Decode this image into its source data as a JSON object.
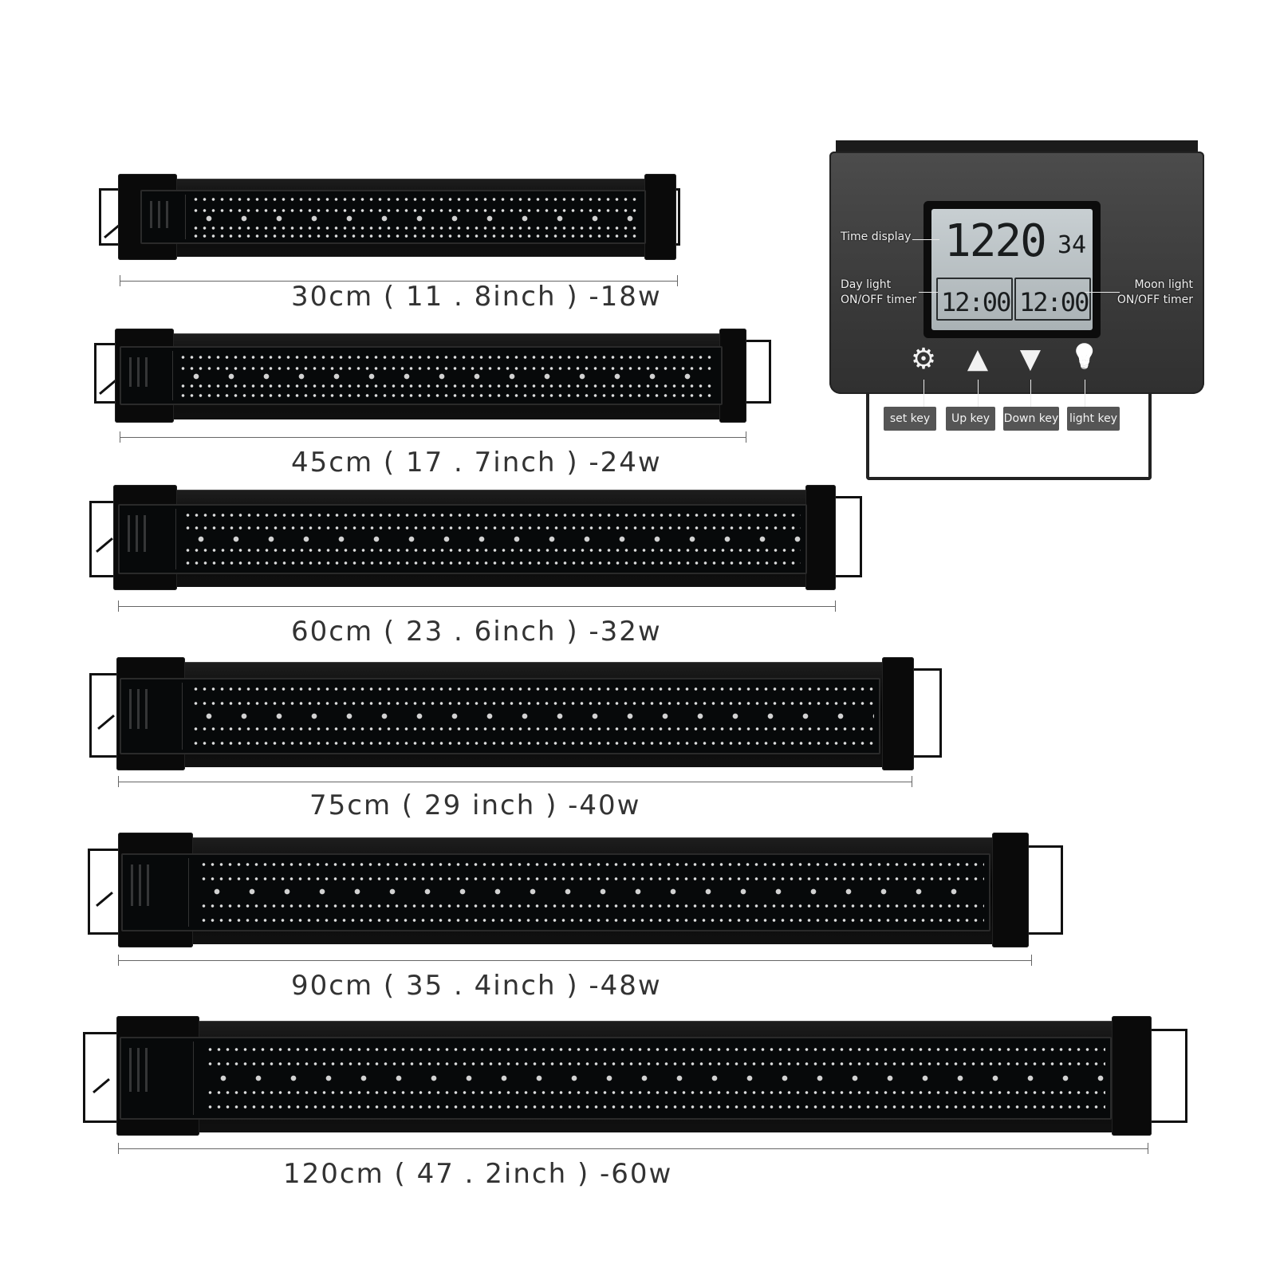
{
  "products": [
    {
      "size_label": "30cm ( 11 . 8inch ) -18w"
    },
    {
      "size_label": "45cm ( 17 . 7inch ) -24w"
    },
    {
      "size_label": "60cm ( 23 . 6inch ) -32w"
    },
    {
      "size_label": "75cm ( 29 inch ) -40w"
    },
    {
      "size_label": "90cm ( 35 . 4inch ) -48w"
    },
    {
      "size_label": "120cm ( 47 . 2inch ) -60w"
    }
  ],
  "controller": {
    "time_display_label": "Time display",
    "day_light_label_1": "Day light",
    "day_light_label_2": "ON/OFF timer",
    "moon_light_label_1": "Moon light",
    "moon_light_label_2": "ON/OFF timer",
    "lcd_time": "1220",
    "lcd_seconds": "34",
    "day_timer_value": "12:00",
    "moon_timer_value": "12:00",
    "keys": [
      {
        "label": "set key",
        "icon": "gear-icon",
        "glyph": "⚙"
      },
      {
        "label": "Up key",
        "icon": "up-triangle-icon",
        "glyph": "▲"
      },
      {
        "label": "Down key",
        "icon": "down-triangle-icon",
        "glyph": "▼"
      },
      {
        "label": "light key",
        "icon": "light-bulb-icon",
        "glyph": "💡"
      }
    ]
  }
}
